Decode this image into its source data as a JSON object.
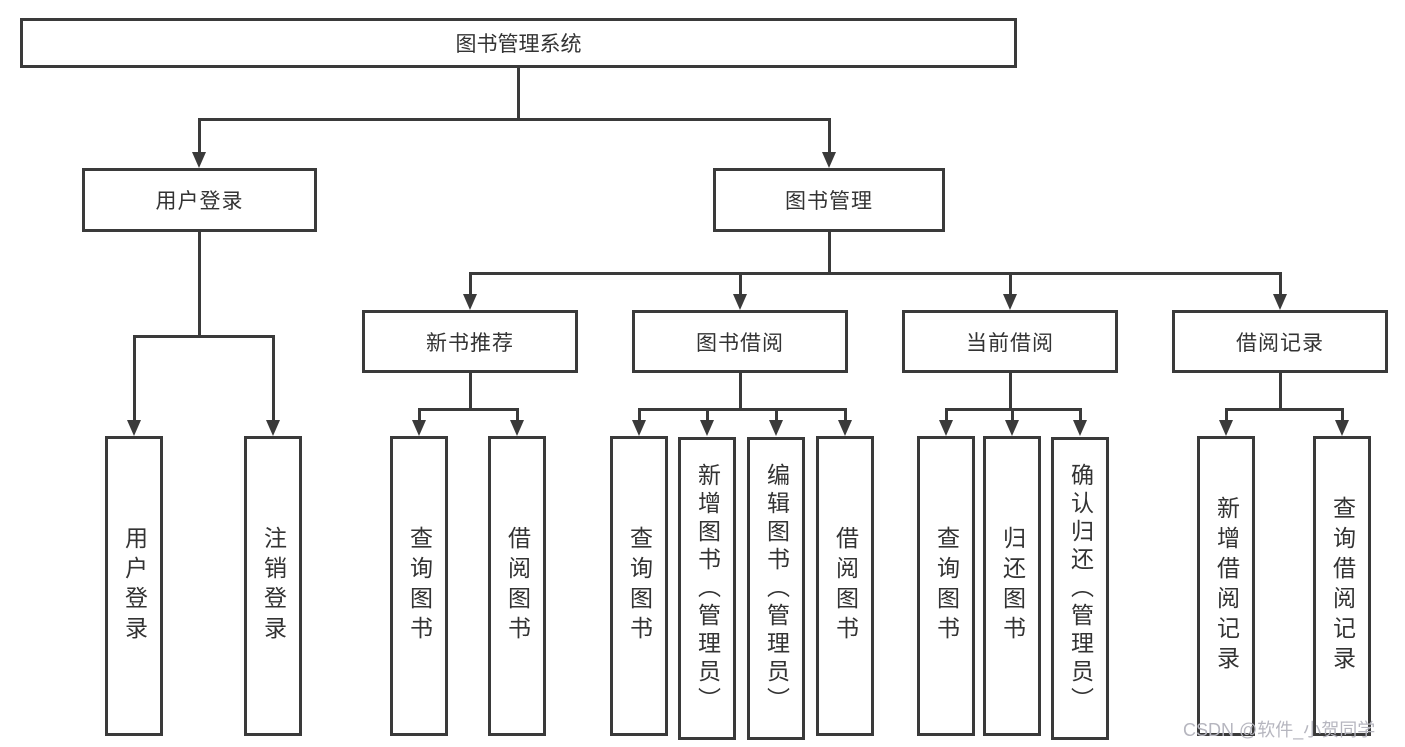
{
  "diagram": {
    "root": {
      "label": "图书管理系统"
    },
    "branches": [
      {
        "label": "用户登录",
        "children": [
          {
            "label": "用户登录"
          },
          {
            "label": "注销登录"
          }
        ]
      },
      {
        "label": "图书管理",
        "children": [
          {
            "label": "新书推荐",
            "children": [
              {
                "label": "查询图书"
              },
              {
                "label": "借阅图书"
              }
            ]
          },
          {
            "label": "图书借阅",
            "children": [
              {
                "label": "查询图书"
              },
              {
                "label": "新增图书（管理员）"
              },
              {
                "label": "编辑图书（管理员）"
              },
              {
                "label": "借阅图书"
              }
            ]
          },
          {
            "label": "当前借阅",
            "children": [
              {
                "label": "查询图书"
              },
              {
                "label": "归还图书"
              },
              {
                "label": "确认归还（管理员）"
              }
            ]
          },
          {
            "label": "借阅记录",
            "children": [
              {
                "label": "新增借阅记录"
              },
              {
                "label": "查询借阅记录"
              }
            ]
          }
        ]
      }
    ]
  },
  "colors": {
    "line": "#3a3a3a",
    "watermark": "#b6b6bf"
  },
  "watermark": {
    "text": "CSDN @软件_小贺同学"
  }
}
